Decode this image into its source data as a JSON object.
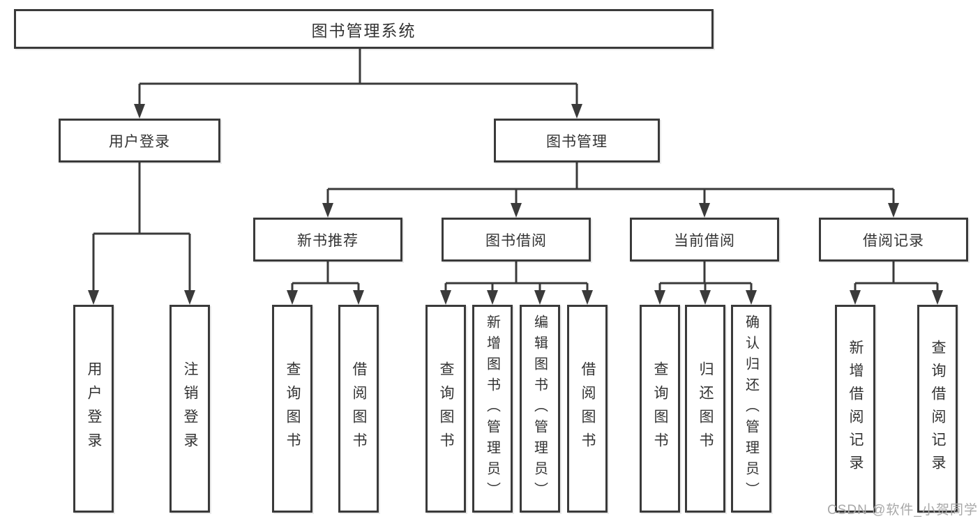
{
  "title": "图书管理系统",
  "nodes": {
    "user_login": "用户登录",
    "book_mgmt": "图书管理",
    "new_book_rec": "新书推荐",
    "book_borrow": "图书借阅",
    "current_borrow": "当前借阅",
    "borrow_records": "借阅记录"
  },
  "leaves": {
    "user_login": [
      "用户登录",
      "注销登录"
    ],
    "new_book_rec": [
      "查询图书",
      "借阅图书"
    ],
    "book_borrow": [
      "查询图书",
      "新增图书（管理员）",
      "编辑图书（管理员）",
      "借阅图书"
    ],
    "current_borrow": [
      "查询图书",
      "归还图书",
      "确认归还（管理员）"
    ],
    "borrow_records": [
      "新增借阅记录",
      "查询借阅记录"
    ]
  },
  "watermark": "CSDN @软件_小贺同学",
  "colors": {
    "line": "#3a3a3a",
    "ink": "#333333",
    "watermark": "#a8a8a8",
    "bg": "#ffffff"
  }
}
